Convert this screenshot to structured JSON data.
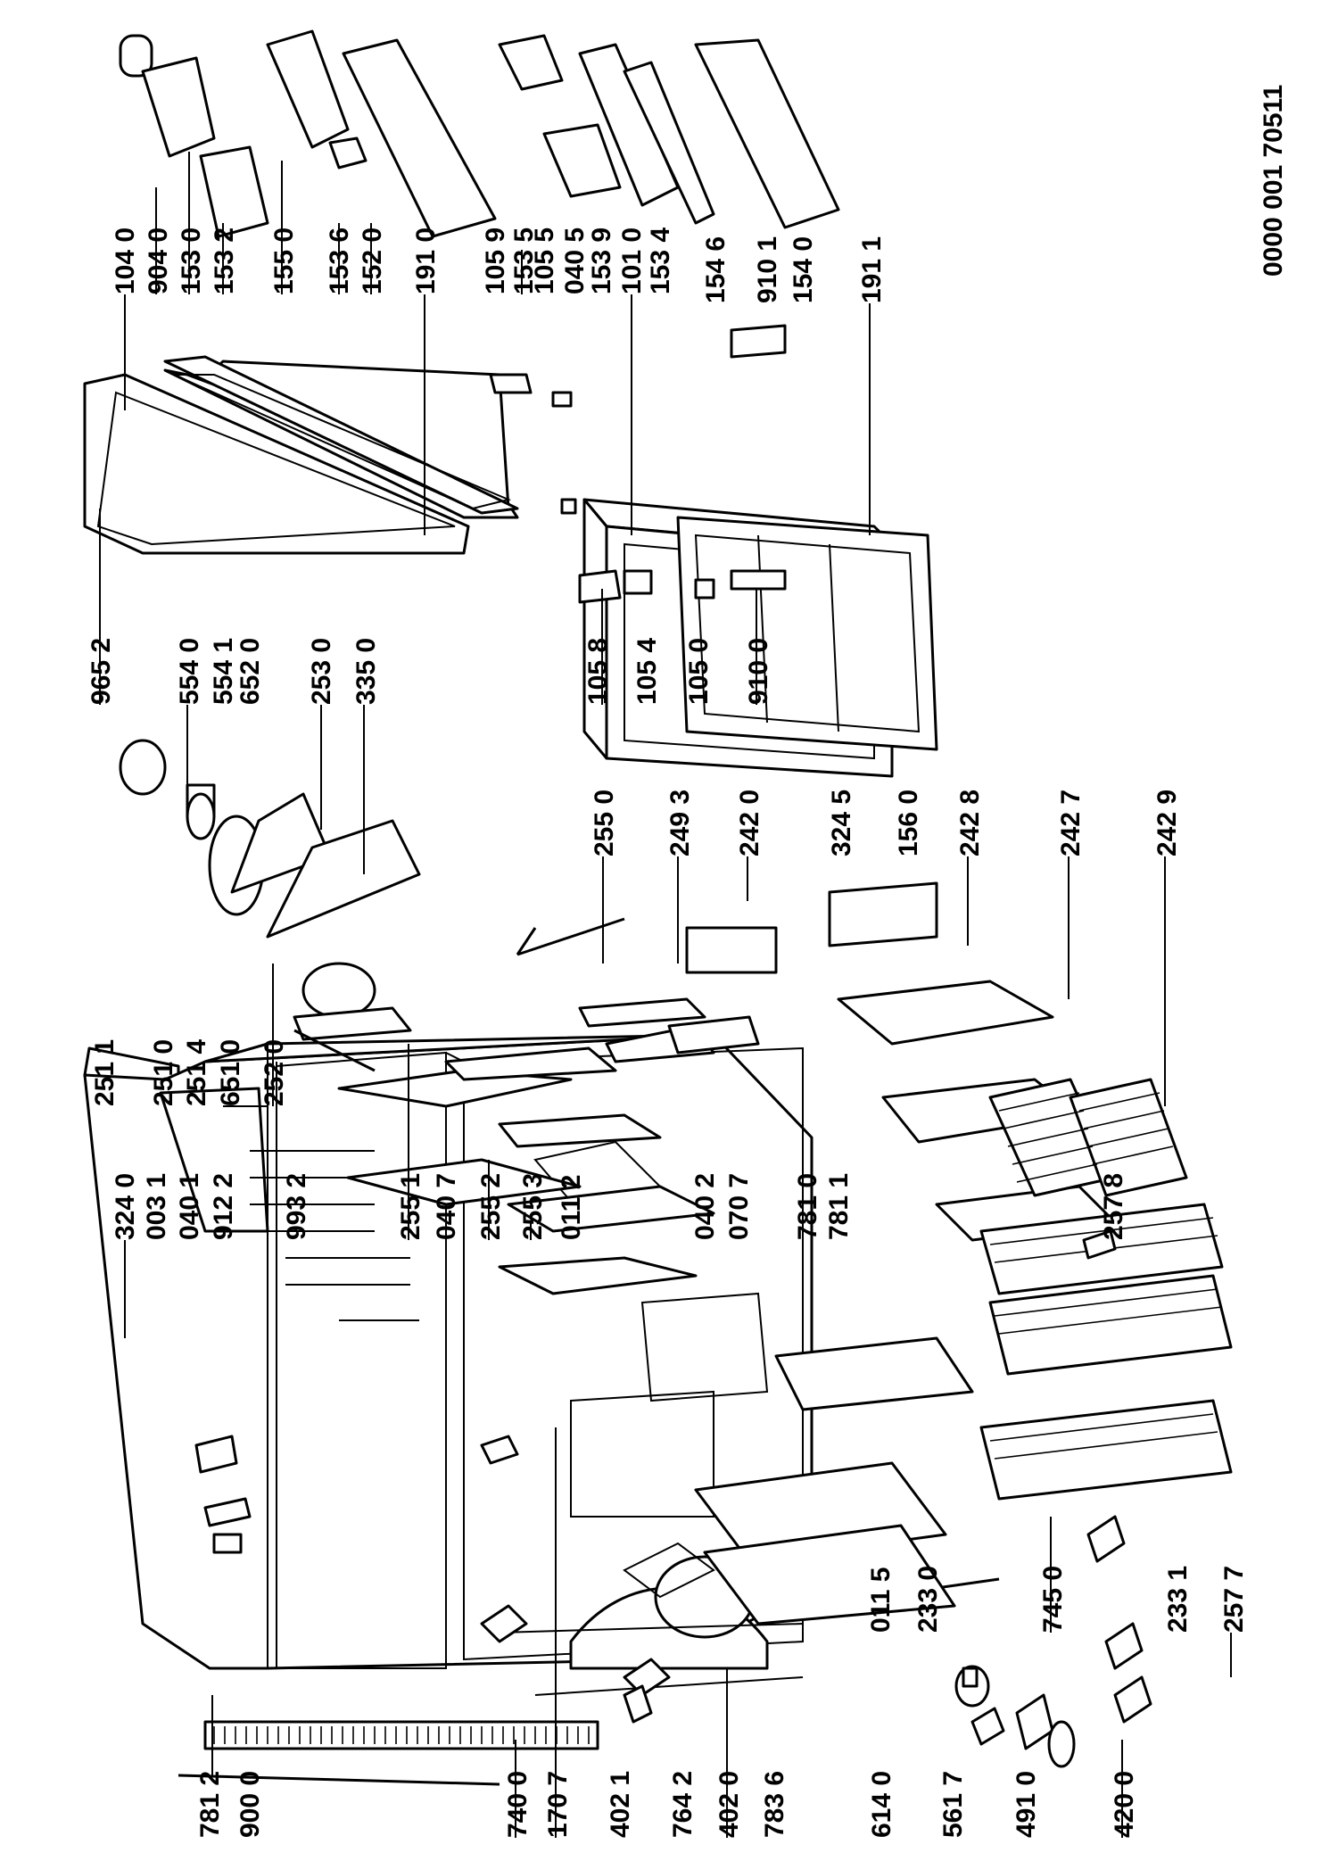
{
  "document_number": "0000 001 70511",
  "part_labels": [
    "104 0",
    "904 0",
    "153 0",
    "153 2",
    "155 0",
    "153 6",
    "152 0",
    "191 0",
    "105 9",
    "153 5",
    "105 5",
    "040 5",
    "153 9",
    "101 0",
    "153 4",
    "154 6",
    "910 1",
    "154 0",
    "191 1",
    "965 2",
    "554 0",
    "554 1",
    "652 0",
    "253 0",
    "335 0",
    "105 8",
    "105 4",
    "105 0",
    "910 0",
    "251 1",
    "251 0",
    "251 4",
    "651 0",
    "252 0",
    "255 0",
    "249 3",
    "242 0",
    "324 5",
    "156 0",
    "242 8",
    "242 7",
    "242 9",
    "324 0",
    "003 1",
    "040 1",
    "912 2",
    "993 2",
    "255 1",
    "040 7",
    "255 2",
    "255 3",
    "011 2",
    "040 2",
    "070 7",
    "781 0",
    "781 1",
    "257 8",
    "781 2",
    "900 0",
    "740 0",
    "170 7",
    "402 1",
    "764 2",
    "402 0",
    "783 6",
    "011 5",
    "233 0",
    "745 0",
    "233 1",
    "257 7",
    "614 0",
    "561 7",
    "491 0",
    "420 0"
  ]
}
